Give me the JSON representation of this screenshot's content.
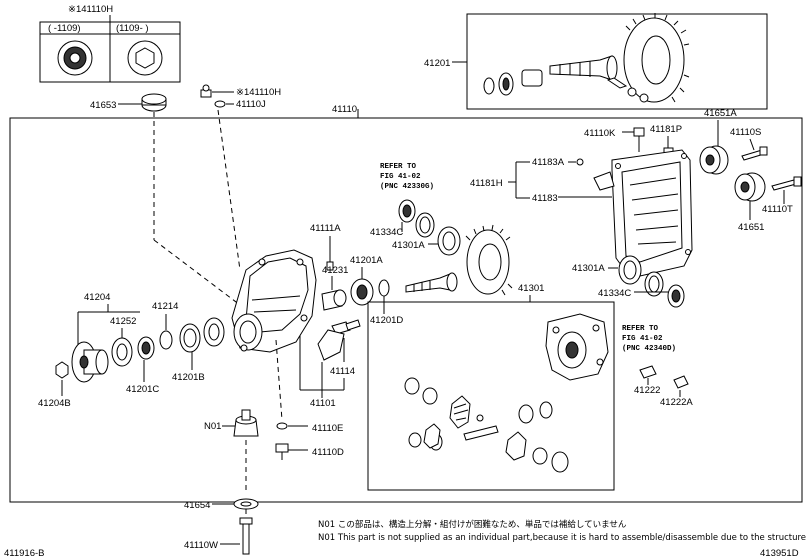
{
  "inset": {
    "title": "※141110H",
    "col1": "( -1109)",
    "col2": "(1109- )"
  },
  "labels": {
    "p41201": "41201",
    "p41653": "41653",
    "p41110H": "※141110H",
    "p41110J": "41110J",
    "p41110": "41110",
    "p41651A": "41651A",
    "p41110K": "41110K",
    "p41181P": "41181P",
    "p41110S": "41110S",
    "p41183A": "41183A",
    "p41181H": "41181H",
    "p41183": "41183",
    "p41110T": "41110T",
    "p41651": "41651",
    "p41334C_a": "41334C",
    "p41301A_a": "41301A",
    "p41111A": "41111A",
    "p41231": "41231",
    "p41201A": "41201A",
    "p41201D": "41201D",
    "p41301A_b": "41301A",
    "p41334C_b": "41334C",
    "p41301": "41301",
    "p41204": "41204",
    "p41214": "41214",
    "p41252": "41252",
    "p41204B": "41204B",
    "p41201C": "41201C",
    "p41201B": "41201B",
    "p41114": "41114",
    "p41101": "41101",
    "p41222": "41222",
    "p41222A": "41222A",
    "pN01": "N01",
    "p41110E": "41110E",
    "p41110D": "41110D",
    "p41654": "41654",
    "p41110W": "41110W"
  },
  "refs": {
    "ref1_line1": "REFER TO",
    "ref1_line2": "FIG 41-02",
    "ref1_line3": "(PNC 42330G)",
    "ref2_line1": "REFER TO",
    "ref2_line2": "FIG 41-02",
    "ref2_line3": "(PNC 42340D)"
  },
  "notes": {
    "jp": "N01  この部品は、構造上分解・組付けが困難なため、単品では補給していません",
    "en": "N01  This part is not supplied as an individual part,because it is hard to assemble/disassemble due to the structure"
  },
  "footer": {
    "left": "411916-B",
    "right": "413951D"
  }
}
